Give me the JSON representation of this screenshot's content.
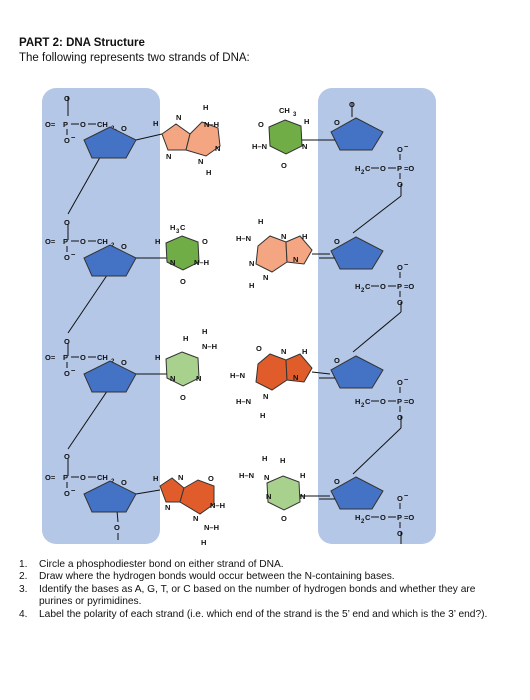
{
  "header": {
    "title": "PART 2: DNA Structure",
    "subtitle": "The following represents two strands of DNA:"
  },
  "colors": {
    "strand_background": "#b4c7e7",
    "sugar": "#4472c4",
    "adenine": "#f4a582",
    "thymine": "#70ad47",
    "guanine": "#e05d2b",
    "cytosine": "#a9d18e",
    "hbond_stub": "#222222"
  },
  "diagram": {
    "phosphate_left": {
      "o_double": "O=",
      "p": "P",
      "o_bridge": "O",
      "ch2": "CH",
      "sub2": "2",
      "o_minus": "O",
      "minus": "−",
      "o_top": "O"
    },
    "phosphate_right": {
      "o_minus": "O",
      "minus": "−",
      "h2c": "H",
      "sub2": "2",
      "c": "C",
      "o_bridge": "O",
      "p": "P",
      "o_double": "=O",
      "o_bottom": "O"
    },
    "ring_o": "O",
    "bottom_o_minus": "O",
    "atoms": {
      "H": "H",
      "N": "N",
      "O": "O",
      "CH3": "CH",
      "sub3": "3",
      "H3C": "H",
      "N_H": "N–H",
      "H_N": "H–N"
    },
    "pairs": [
      {
        "left_base": "adenine",
        "right_base": "thymine"
      },
      {
        "left_base": "thymine",
        "right_base": "adenine"
      },
      {
        "left_base": "cytosine",
        "right_base": "guanine"
      },
      {
        "left_base": "guanine",
        "right_base": "cytosine"
      }
    ]
  },
  "questions": [
    {
      "num": "1.",
      "text": "Circle a phosphodiester bond on either strand of DNA."
    },
    {
      "num": "2.",
      "text": "Draw where the hydrogen bonds would occur between the N-containing bases."
    },
    {
      "num": "3.",
      "text": "Identify the bases as A, G, T, or C based on the number of hydrogen bonds and whether they are purines or pyrimidines."
    },
    {
      "num": "4.",
      "text": "Label the polarity of each strand (i.e. which end of the strand is the 5’ end and which is the 3’ end?)."
    }
  ]
}
